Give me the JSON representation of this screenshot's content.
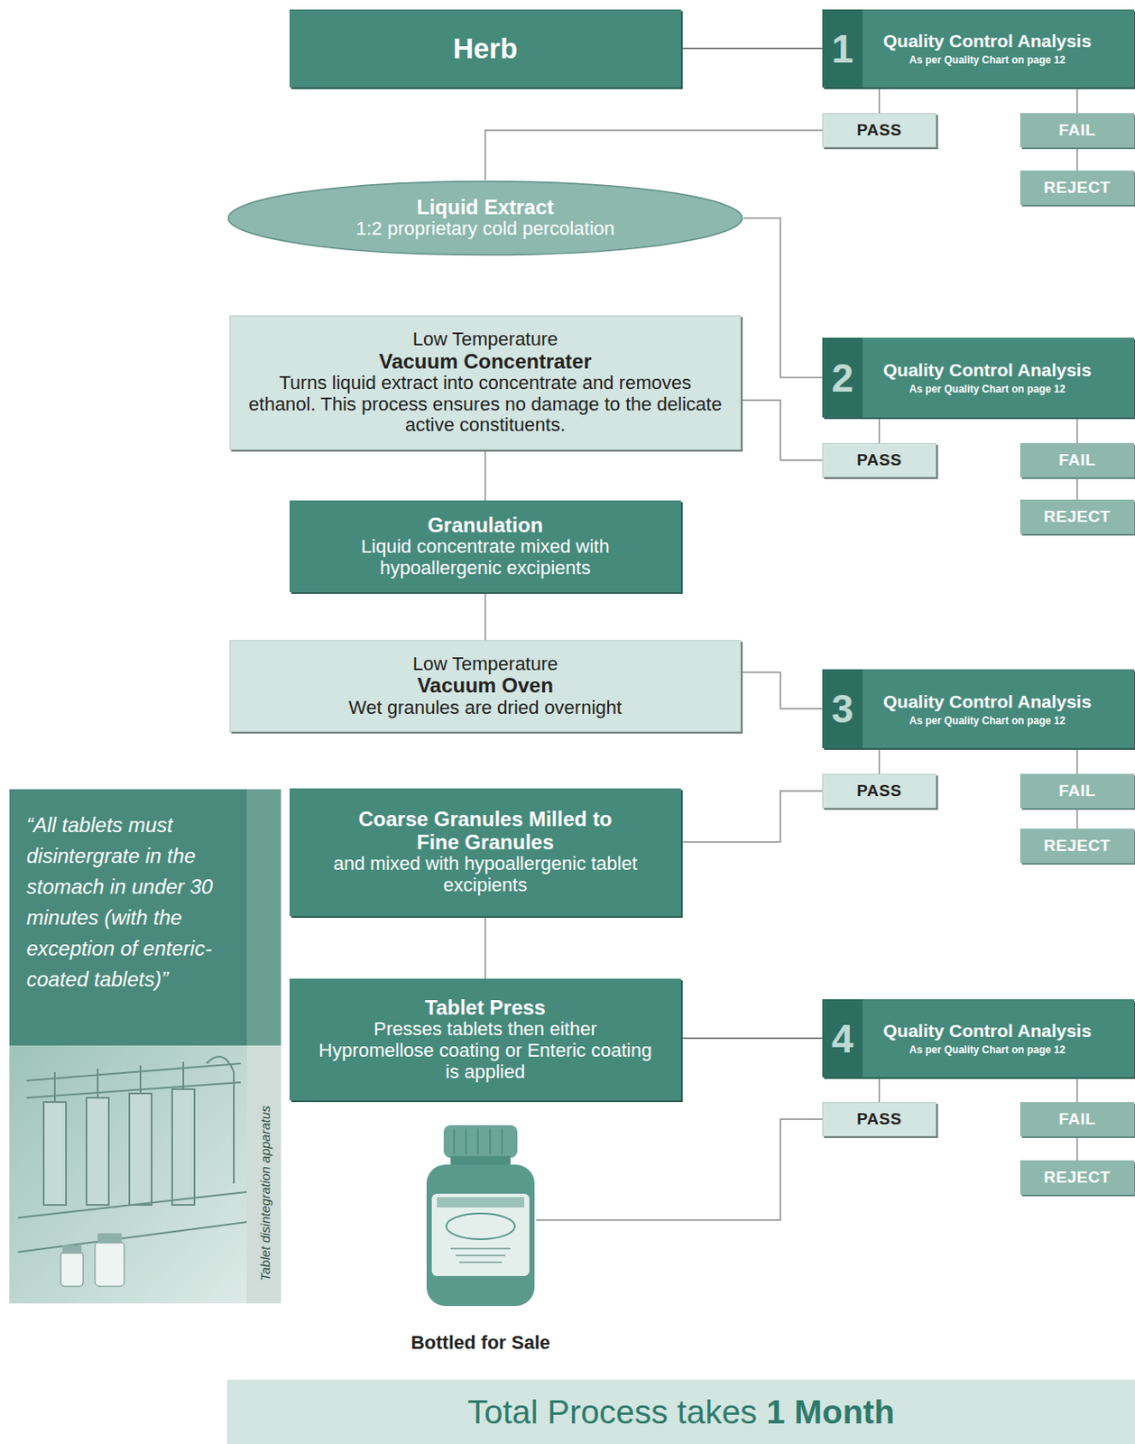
{
  "diagram": {
    "nodes": [
      {
        "text": [
          "Herb"
        ]
      },
      {
        "text": [
          "1",
          "Quality Control Analysis",
          "As per Quality Chart on page 12"
        ]
      },
      {
        "text": [
          "PASS"
        ]
      },
      {
        "text": [
          "FAIL"
        ]
      },
      {
        "text": [
          "REJECT"
        ]
      },
      {
        "text": [
          "Liquid Extract",
          "1:2 proprietary cold percolation"
        ]
      },
      {
        "text": [
          "Low Temperature",
          "Vacuum Concentrater",
          "Turns liquid extract into concentrate and removes ethanol. This process ensures no damage to the delicate active constituents."
        ]
      },
      {
        "text": [
          "2",
          "Quality Control Analysis",
          "As per Quality Chart on page 12"
        ]
      },
      {
        "text": [
          "PASS"
        ]
      },
      {
        "text": [
          "FAIL"
        ]
      },
      {
        "text": [
          "REJECT"
        ]
      },
      {
        "text": [
          "Granulation",
          "Liquid concentrate mixed with hypoallergenic excipients"
        ]
      },
      {
        "text": [
          "Low Temperature",
          "Vacuum Oven",
          "Wet granules are dried overnight"
        ]
      },
      {
        "text": [
          "3",
          "Quality Control Analysis",
          "As per Quality Chart on page 12"
        ]
      },
      {
        "text": [
          "PASS"
        ]
      },
      {
        "text": [
          "FAIL"
        ]
      },
      {
        "text": [
          "REJECT"
        ]
      },
      {
        "text": [
          "“All tablets must disintergrate in the stomach in under 30 minutes (with the exception of enteric-coated tablets)”"
        ]
      },
      {
        "text": [
          "Coarse Granules Milled to Fine Granules",
          "and mixed with hypoallergenic tablet excipients"
        ]
      },
      {
        "text": [
          "Tablet Press",
          "Presses tablets then either Hypromellose coating or Enteric coating is applied"
        ]
      },
      {
        "text": [
          "4",
          "Quality Control Analysis",
          "As per Quality Chart on page 12"
        ]
      },
      {
        "text": [
          "PASS"
        ]
      },
      {
        "text": [
          "FAIL"
        ]
      },
      {
        "text": [
          "REJECT"
        ]
      },
      {
        "text": [
          "Bottled for Sale"
        ]
      },
      {
        "text": [
          "Total Process takes",
          "1 Month"
        ]
      }
    ],
    "edges": [
      {
        "from": 0,
        "to": 1,
        "arrow": "none"
      },
      {
        "from": 1,
        "to": 2,
        "arrow": "none"
      },
      {
        "from": 1,
        "to": 3,
        "arrow": "none"
      },
      {
        "from": 3,
        "to": 4,
        "arrow": "none"
      },
      {
        "from": 2,
        "to": 5,
        "arrow": "none"
      },
      {
        "from": 5,
        "to": 7,
        "arrow": "none"
      },
      {
        "from": 7,
        "to": 8,
        "arrow": "none"
      },
      {
        "from": 7,
        "to": 9,
        "arrow": "none"
      },
      {
        "from": 9,
        "to": 10,
        "arrow": "none"
      },
      {
        "from": 8,
        "to": 6,
        "arrow": "none"
      },
      {
        "from": 6,
        "to": 11,
        "arrow": "none"
      },
      {
        "from": 11,
        "to": 12,
        "arrow": "none"
      },
      {
        "from": 12,
        "to": 13,
        "arrow": "none"
      },
      {
        "from": 13,
        "to": 14,
        "arrow": "none"
      },
      {
        "from": 13,
        "to": 15,
        "arrow": "none"
      },
      {
        "from": 15,
        "to": 16,
        "arrow": "none"
      },
      {
        "from": 14,
        "to": 18,
        "arrow": "none"
      },
      {
        "from": 18,
        "to": 19,
        "arrow": "none"
      },
      {
        "from": 19,
        "to": 20,
        "arrow": "none"
      },
      {
        "from": 20,
        "to": 21,
        "arrow": "none"
      },
      {
        "from": 20,
        "to": 22,
        "arrow": "none"
      },
      {
        "from": 22,
        "to": 23,
        "arrow": "none"
      },
      {
        "from": 21,
        "to": 24,
        "arrow": "none"
      }
    ],
    "labels": [
      "Tablet disintegration apparatus"
    ]
  }
}
